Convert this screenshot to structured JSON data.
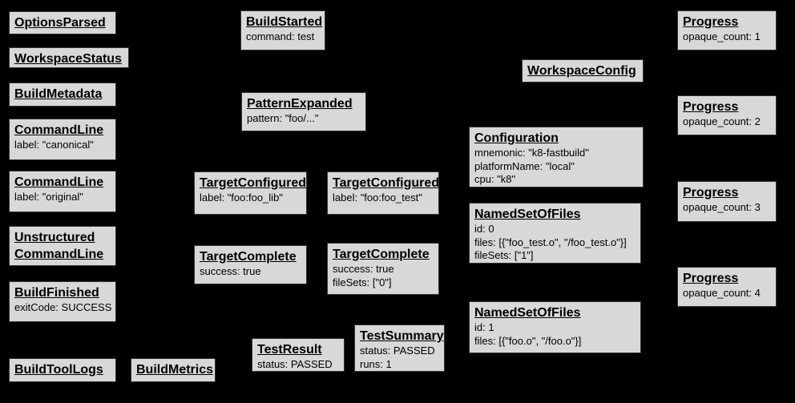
{
  "palette": {
    "background": "#000000",
    "box-fill": "#d8d8d8",
    "box-border": "#333333",
    "text": "#000000"
  },
  "diagram": "build-event-protocol-graph",
  "boxes": [
    {
      "title": "OptionsParsed",
      "lines": []
    },
    {
      "title": "WorkspaceStatus",
      "lines": []
    },
    {
      "title": "BuildMetadata",
      "lines": []
    },
    {
      "title": "CommandLine",
      "lines": [
        "label: \"canonical\""
      ]
    },
    {
      "title": "CommandLine",
      "lines": [
        "label: \"original\""
      ]
    },
    {
      "title": "Unstructured\nCommandLine",
      "lines": []
    },
    {
      "title": "BuildFinished",
      "lines": [
        "exitCode: SUCCESS"
      ]
    },
    {
      "title": "BuildToolLogs",
      "lines": []
    },
    {
      "title": "BuildMetrics",
      "lines": []
    },
    {
      "title": "BuildStarted",
      "lines": [
        "command: test"
      ]
    },
    {
      "title": "PatternExpanded",
      "lines": [
        "pattern: \"foo/...\""
      ]
    },
    {
      "title": "TargetConfigured",
      "lines": [
        "label: \"foo:foo_lib\""
      ]
    },
    {
      "title": "TargetComplete",
      "lines": [
        "success: true"
      ]
    },
    {
      "title": "TestResult",
      "lines": [
        "status: PASSED"
      ]
    },
    {
      "title": "TargetConfigured",
      "lines": [
        "label: \"foo:foo_test\""
      ]
    },
    {
      "title": "TargetComplete",
      "lines": [
        "success: true",
        "fileSets: [\"0\"]"
      ]
    },
    {
      "title": "TestSummary",
      "lines": [
        "status: PASSED",
        "runs: 1"
      ]
    },
    {
      "title": "WorkspaceConfig",
      "lines": []
    },
    {
      "title": "Configuration",
      "lines": [
        "mnemonic: \"k8-fastbuild\"",
        "platformName: \"local\"",
        "cpu: \"k8\""
      ]
    },
    {
      "title": "NamedSetOfFiles",
      "lines": [
        "id: 0",
        "files: [{\"foo_test.o\", \"/foo_test.o\"}]",
        "fileSets: [\"1\"]"
      ]
    },
    {
      "title": "NamedSetOfFiles",
      "lines": [
        "id: 1",
        "files: [{\"foo.o\", \"/foo.o\"}]"
      ]
    },
    {
      "title": "Progress",
      "lines": [
        "opaque_count: 1"
      ]
    },
    {
      "title": "Progress",
      "lines": [
        "opaque_count: 2"
      ]
    },
    {
      "title": "Progress",
      "lines": [
        "opaque_count: 3"
      ]
    },
    {
      "title": "Progress",
      "lines": [
        "opaque_count: 4"
      ]
    }
  ]
}
